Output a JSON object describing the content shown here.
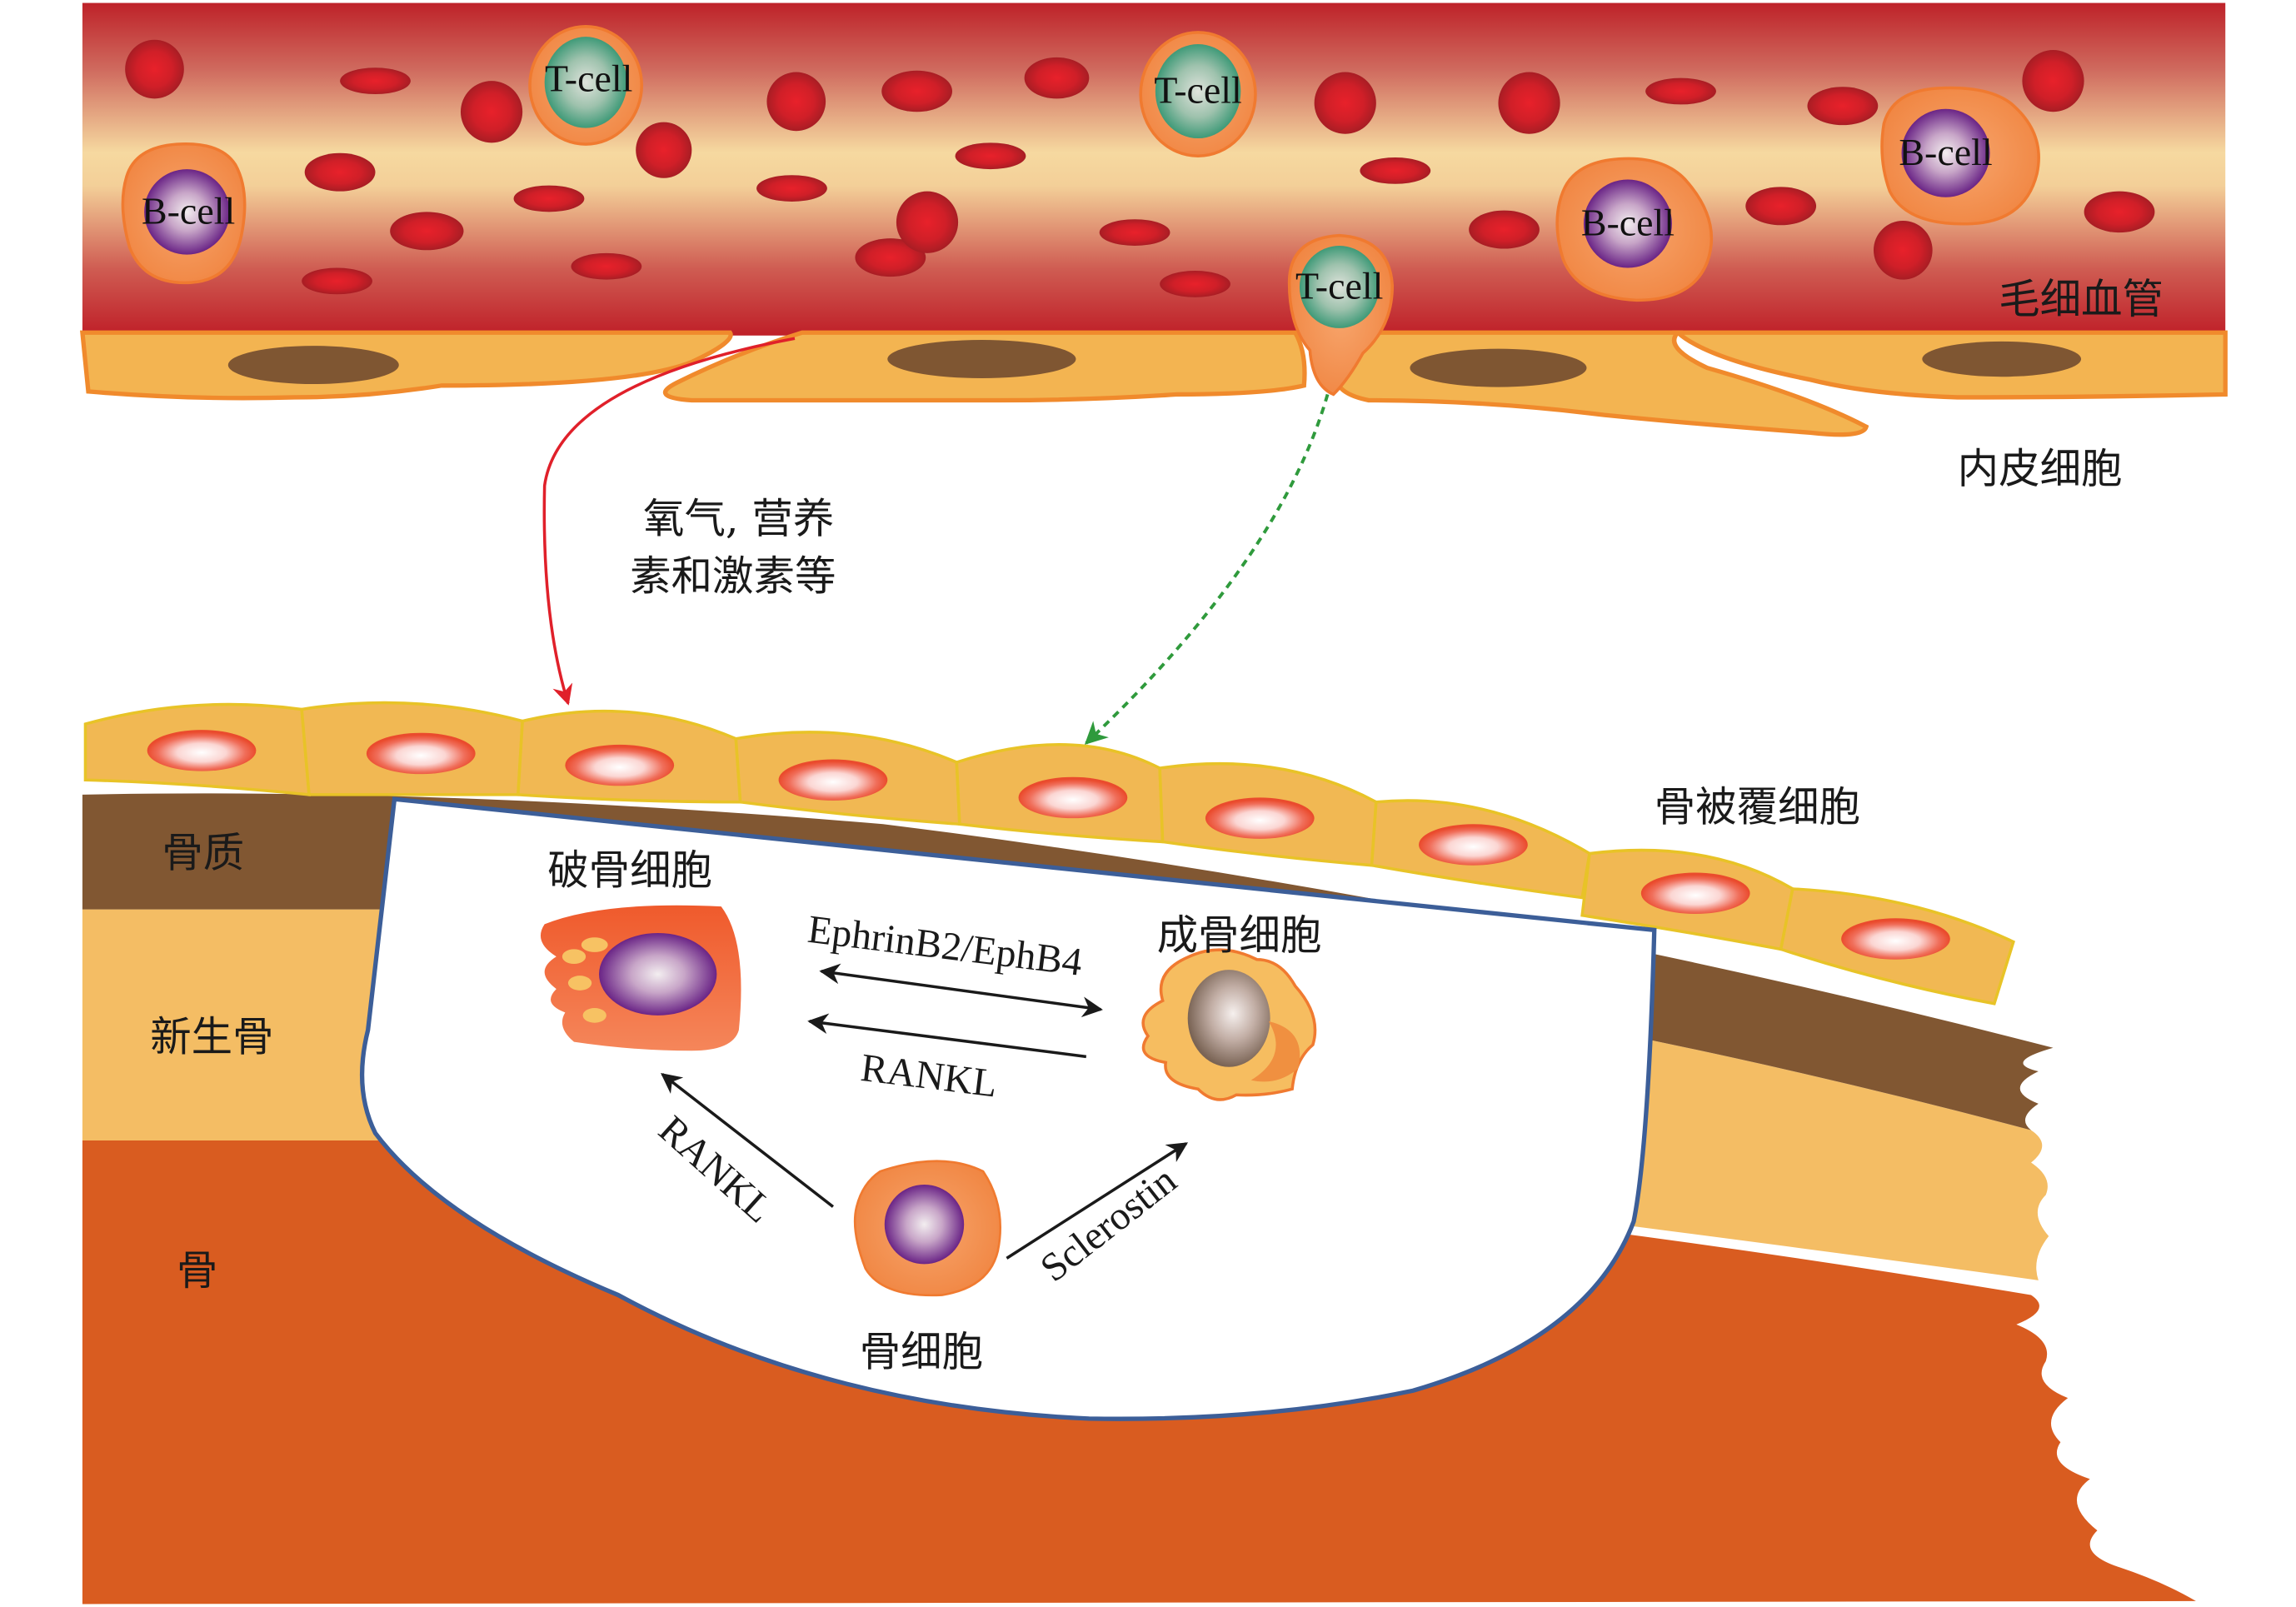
{
  "figure": {
    "capillary": {
      "label": "毛细血管",
      "t_cell_label": "T-cell",
      "b_cell_label": "B-cell"
    },
    "endothelium": {
      "label": "内皮细胞"
    },
    "supply_label": {
      "line1": "氧气, 营养",
      "line2": "素和激素等"
    },
    "bone_lining": {
      "label": "骨被覆细胞"
    },
    "layers": {
      "osteoid": "骨质",
      "new_bone": "新生骨",
      "bone": "骨"
    },
    "cells": {
      "osteoclast": "破骨细胞",
      "osteoblast": "成骨细胞",
      "osteocyte": "骨细胞"
    },
    "signals": {
      "ephrin": "EphrinB2/EphB4",
      "rankl_ob": "RANKL",
      "rankl_oc": "RANKL",
      "sclerostin": "Sclerostin"
    },
    "colors": {
      "blood_dark": "#c0242b",
      "blood_light": "#f6d9a0",
      "rbc": "#c8202a",
      "endothelial": "#f3b451",
      "endothelial_edge": "#f08a2c",
      "nucleus_brown": "#7f5632",
      "lining_cell": "#f1b853",
      "lining_edge": "#e8c327",
      "osteoid": "#815732",
      "new_bone": "#f4bd64",
      "bone": "#d95c20",
      "cavity_edge": "#3c5e98",
      "red_arrow": "#e0202a",
      "green_arrow": "#2f9a3c"
    }
  }
}
